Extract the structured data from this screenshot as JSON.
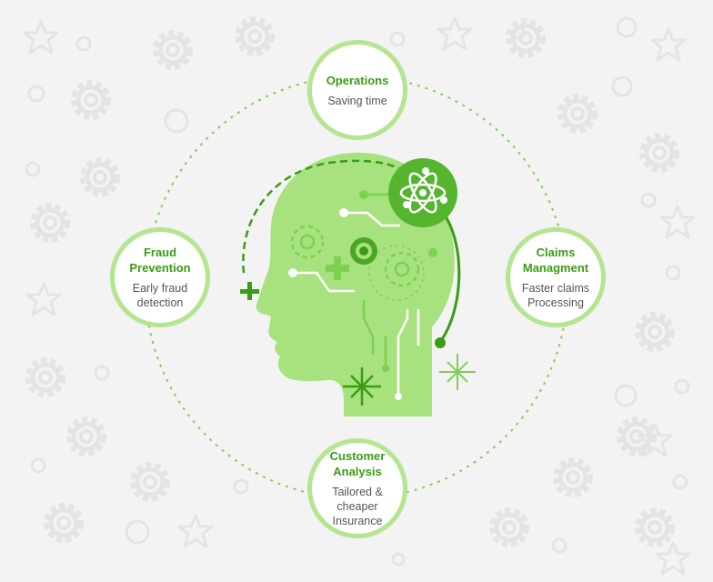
{
  "colors": {
    "background": "#f3f3f3",
    "accent_light": "#b4e58f",
    "accent_head": "#a7e27f",
    "accent_dark": "#3a9c14",
    "pattern": "#e4e4e4"
  },
  "nodes": {
    "operations": {
      "title": "Operations",
      "desc": "Saving time"
    },
    "fraud": {
      "title_line1": "Fraud",
      "title_line2": "Prevention",
      "desc_line1": "Early fraud",
      "desc_line2": "detection"
    },
    "claims": {
      "title_line1": "Claims",
      "title_line2": "Managment",
      "desc_line1": "Faster claims",
      "desc_line2": "Processing"
    },
    "customer": {
      "title_line1": "Customer",
      "title_line2": "Analysis",
      "desc_line1": "Tailored &",
      "desc_line2": "cheaper",
      "desc_line3": "Insurance"
    }
  },
  "icons": [
    "atom-icon",
    "gear-icon",
    "plus-icon",
    "sparkle-icon",
    "star-icon",
    "head-profile-icon"
  ]
}
